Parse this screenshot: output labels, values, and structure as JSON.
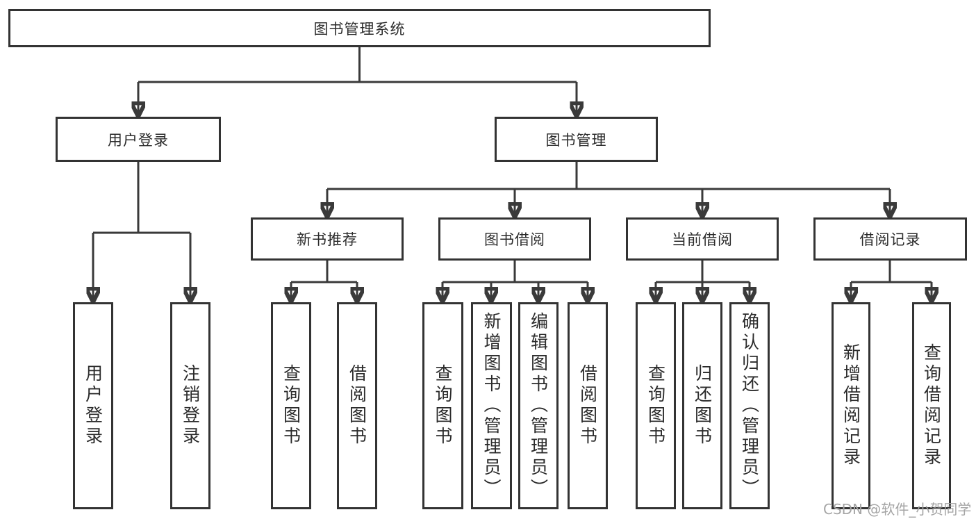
{
  "tree": {
    "label": "图书管理系统",
    "children": [
      {
        "label": "用户登录",
        "children": [
          {
            "label": "用户登录"
          },
          {
            "label": "注销登录"
          }
        ]
      },
      {
        "label": "图书管理",
        "children": [
          {
            "label": "新书推荐",
            "children": [
              {
                "label": "查询图书"
              },
              {
                "label": "借阅图书"
              }
            ]
          },
          {
            "label": "图书借阅",
            "children": [
              {
                "label": "查询图书"
              },
              {
                "label": "新增图书（管理员）"
              },
              {
                "label": "编辑图书（管理员）"
              },
              {
                "label": "借阅图书"
              }
            ]
          },
          {
            "label": "当前借阅",
            "children": [
              {
                "label": "查询图书"
              },
              {
                "label": "归还图书"
              },
              {
                "label": "确认归还（管理员）"
              }
            ]
          },
          {
            "label": "借阅记录",
            "children": [
              {
                "label": "新增借阅记录"
              },
              {
                "label": "查询借阅记录"
              }
            ]
          }
        ]
      }
    ]
  },
  "watermark": {
    "text": "CSDN @软件_小贺同学"
  },
  "colors": {
    "line": "#3a3a3a",
    "box_border": "#333333",
    "text": "#2b2b2b",
    "watermark": "#a5a5a5",
    "background": "#ffffff"
  }
}
